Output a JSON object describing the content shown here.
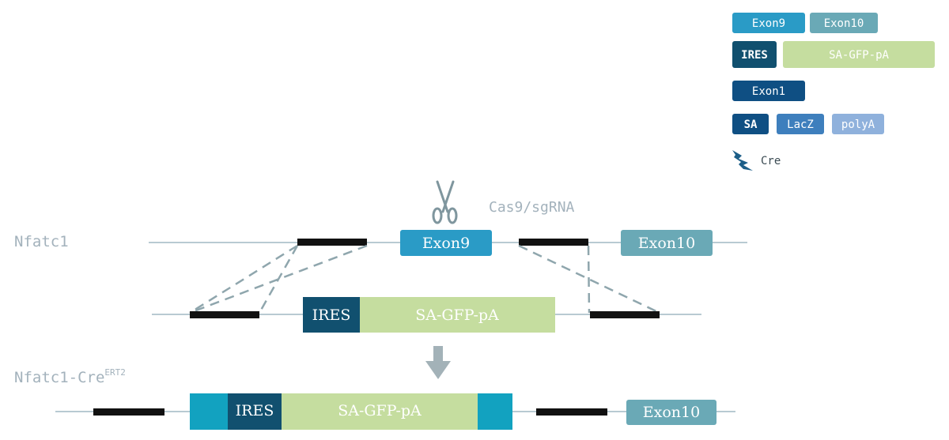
{
  "legend": {
    "exon9": "Exon9",
    "exon10": "Exon10",
    "ires": "IRES",
    "sa_gfp_pa": "SA-GFP-pA",
    "exon1": "Exon1",
    "sa": "SA",
    "lacz": "LacZ",
    "polya": "polyA",
    "cre": "Cre"
  },
  "wildtype": {
    "gene_label": "Nfatc1",
    "cas9_label": "Cas9/sgRNA",
    "exon9": "Exon9",
    "exon10": "Exon10"
  },
  "donor": {
    "ires": "IRES",
    "cassette": "SA-GFP-pA"
  },
  "result": {
    "gene_label": "Nfatc1-Cre",
    "gene_superscript": "ERT2",
    "ires": "IRES",
    "cassette": "SA-GFP-pA",
    "exon10": "Exon10"
  },
  "colors": {
    "exon9": "#2a9bc6",
    "exon10": "#6aa9b6",
    "ires": "#11506f",
    "sa_gfp_pa": "#c5dd9f",
    "exon1": "#0f4f83",
    "sa": "#0f4f83",
    "lacz": "#3e7fbd",
    "polya": "#8fb1dc",
    "cre": "#1c5e88",
    "teal_flank": "#12a2c0",
    "backbone": "#b8cad2",
    "homology_arm": "#111111",
    "dashed": "#8fa6ad",
    "arrow": "#a3b2b8",
    "label_gray": "#a3b2bc"
  }
}
